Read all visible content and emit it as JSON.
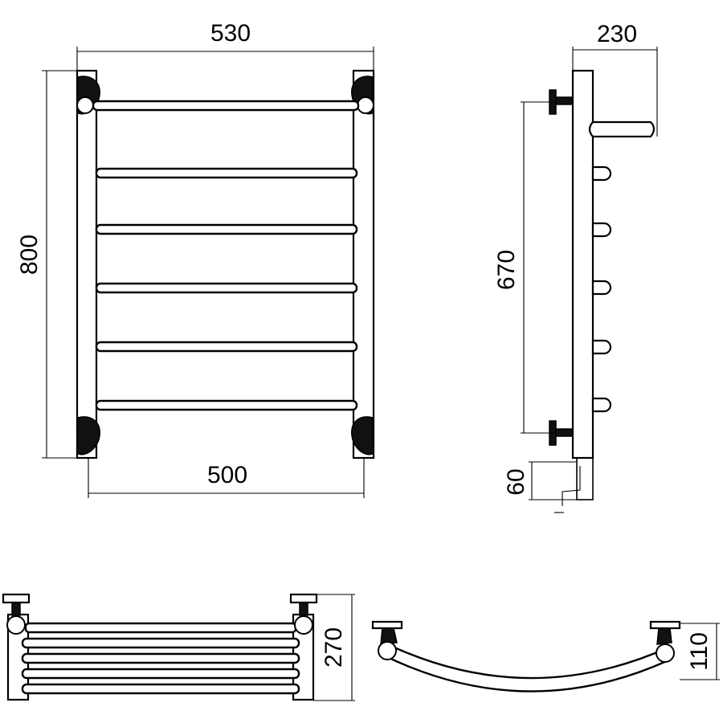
{
  "dimensions": {
    "front_width_total": "530",
    "front_height": "800",
    "front_width_axis": "500",
    "side_depth": "230",
    "side_connection_distance": "670",
    "side_bottom_offset": "60",
    "bottom_depth": "270",
    "top_arc_depth": "110"
  },
  "front_view": {
    "rails": 6
  },
  "side_view": {
    "rail_ends": 5
  }
}
